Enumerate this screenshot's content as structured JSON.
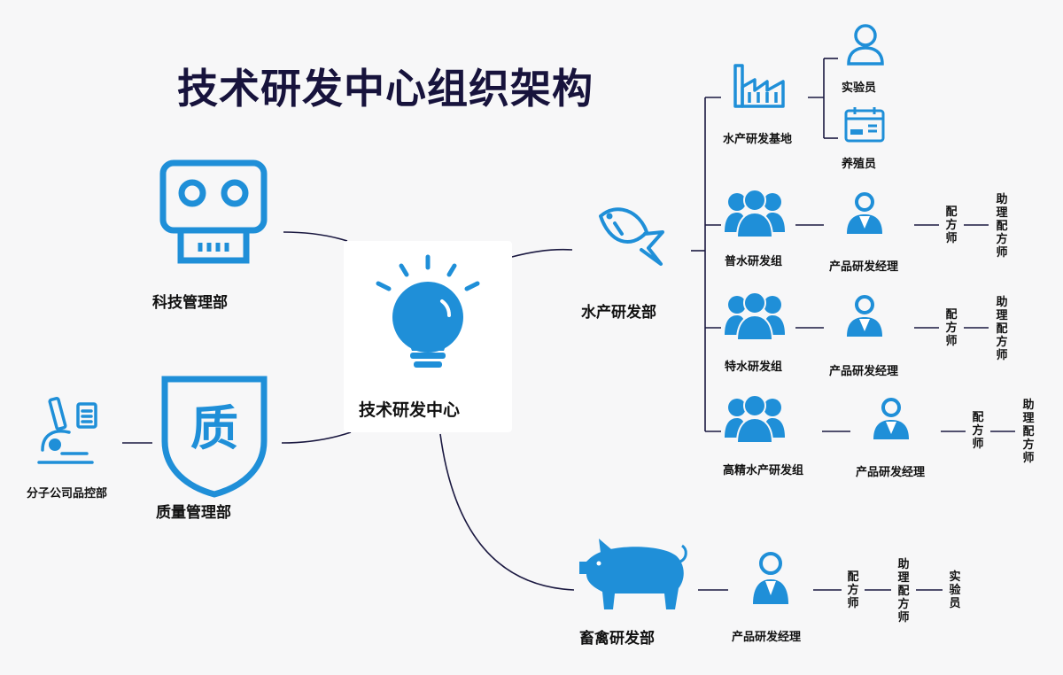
{
  "title": "技术研发中心组织架构",
  "center": {
    "label": "技术研发中心"
  },
  "left": {
    "tech_mgmt": "科技管理部",
    "quality_mgmt": "质量管理部",
    "quality_glyph": "质",
    "subsidiary_qc": "分子公司品控部"
  },
  "aquatic": {
    "label": "水产研发部",
    "base": {
      "label": "水产研发基地",
      "lab_staff": "实验员",
      "breeder": "养殖员"
    },
    "groups": [
      {
        "label": "普水研发组",
        "manager": "产品研发经理",
        "formulator": "配方师",
        "assistant": "助理配方师"
      },
      {
        "label": "特水研发组",
        "manager": "产品研发经理",
        "formulator": "配方师",
        "assistant": "助理配方师"
      },
      {
        "label": "高精水产研发组",
        "manager": "产品研发经理",
        "formulator": "配方师",
        "assistant": "助理配方师"
      }
    ]
  },
  "livestock": {
    "label": "畜禽研发部",
    "manager": "产品研发经理",
    "formulator": "配方师",
    "assistant": "助理配方师",
    "lab_staff": "实验员"
  },
  "colors": {
    "icon_blue": "#1f8fd8",
    "line_navy": "#1a1840",
    "title_navy": "#17133c"
  }
}
